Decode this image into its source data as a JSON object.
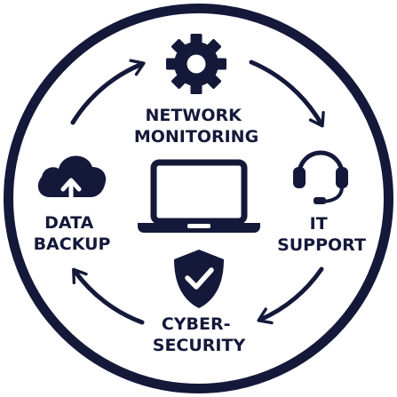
{
  "colors": {
    "primary": "#14193a",
    "background": "#ffffff"
  },
  "center": {
    "icon": "laptop-icon"
  },
  "nodes": [
    {
      "id": "network-monitoring",
      "icon": "gear-icon",
      "lines": [
        "NETWORK",
        "MONITORING"
      ]
    },
    {
      "id": "it-support",
      "icon": "headset-icon",
      "lines": [
        "IT",
        "SUPPORT"
      ]
    },
    {
      "id": "cybersecurity",
      "icon": "shield-check-icon",
      "lines": [
        "CYBER-",
        "SECURITY"
      ]
    },
    {
      "id": "data-backup",
      "icon": "cloud-upload-icon",
      "lines": [
        "DATA",
        "BACKUP"
      ]
    }
  ]
}
